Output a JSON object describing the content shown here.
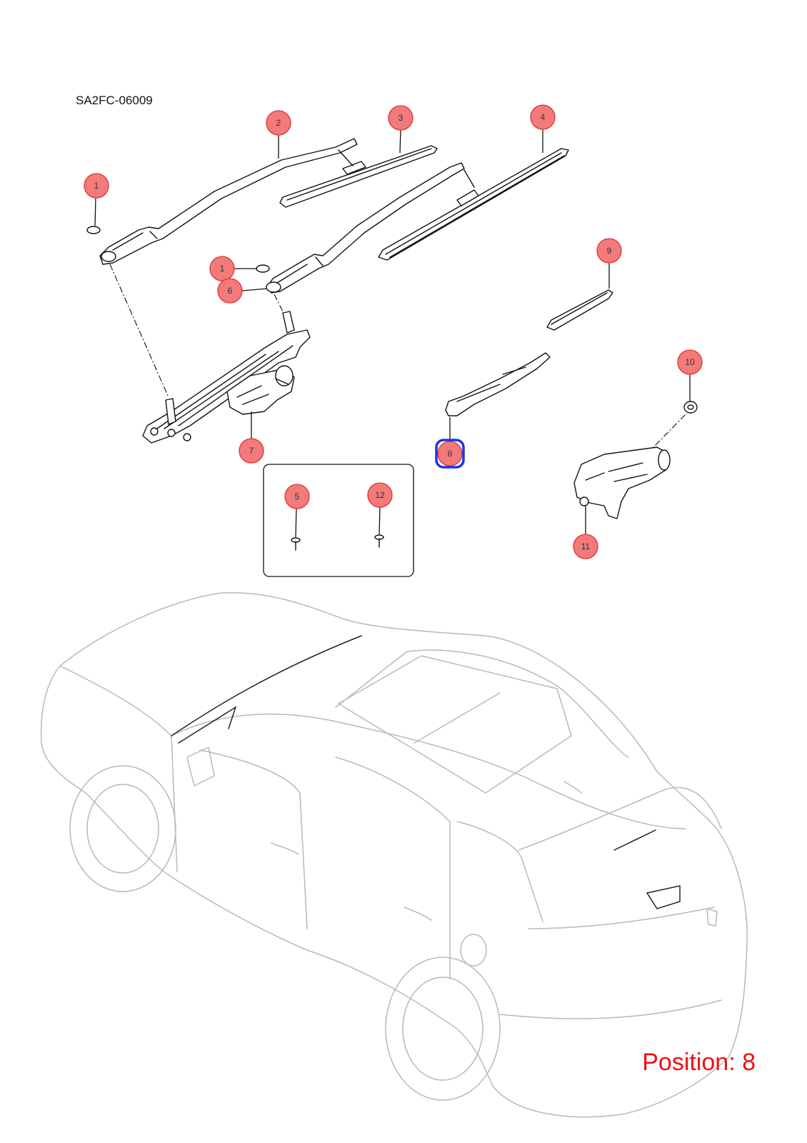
{
  "document": {
    "code": "SA2FC-06009",
    "position_label": "Position: 8"
  },
  "highlighted_callout": "8",
  "colors": {
    "callout_fill": "#f27a7a",
    "callout_stroke": "#e03434",
    "highlight_stroke": "#1a35e8",
    "position_text": "#ee1111"
  },
  "callouts": [
    {
      "id": "c1a",
      "label": "1"
    },
    {
      "id": "c1b",
      "label": "1"
    },
    {
      "id": "c2",
      "label": "2"
    },
    {
      "id": "c3",
      "label": "3"
    },
    {
      "id": "c4",
      "label": "4"
    },
    {
      "id": "c5",
      "label": "5"
    },
    {
      "id": "c6",
      "label": "6"
    },
    {
      "id": "c7",
      "label": "7"
    },
    {
      "id": "c8",
      "label": "8"
    },
    {
      "id": "c9",
      "label": "9"
    },
    {
      "id": "c10",
      "label": "10"
    },
    {
      "id": "c11",
      "label": "11"
    },
    {
      "id": "c12",
      "label": "12"
    }
  ]
}
